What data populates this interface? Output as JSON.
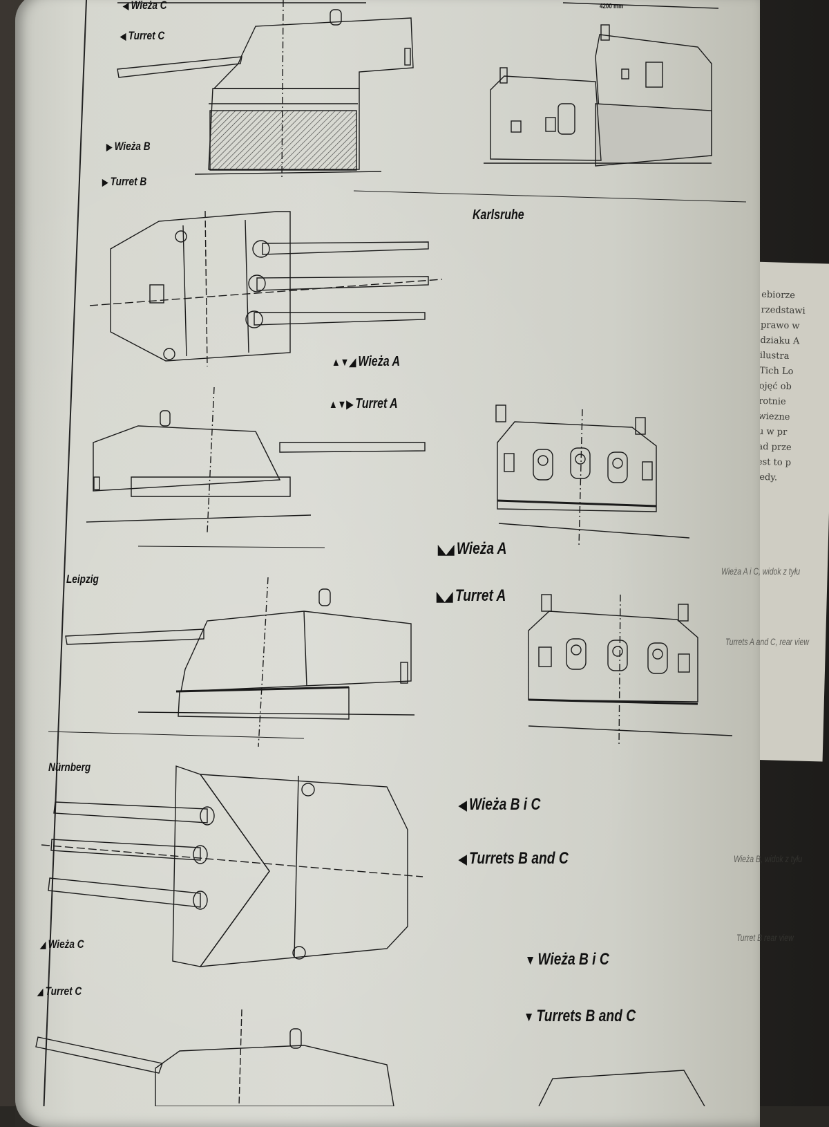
{
  "page": {
    "top_labels": {
      "wieza_c_top": "Wieża C",
      "turret_c_top": "Turret C"
    },
    "turret_b": {
      "pl": "Wieża B",
      "en": "Turret B"
    },
    "scale_note": "4200 mm",
    "karlsruhe": "Karlsruhe",
    "turret_a_1": {
      "pl": "Wieża A",
      "en": "Turret A"
    },
    "turret_a_2": {
      "pl": "Wieża A",
      "en": "Turret A"
    },
    "leipzig": "Leipzig",
    "nurnberg": "Nürnberg",
    "turrets_bc_1": {
      "pl": "Wieża B i C",
      "en": "Turrets B and C"
    },
    "turrets_bc_2": {
      "pl": "Wieża B i C",
      "en": "Turrets B and C"
    },
    "turret_c_bottom": {
      "pl": "Wieża C",
      "en": "Turret C"
    },
    "side_notes": {
      "a_rear_pl": "Wieża A i C, widok z tyłu",
      "a_rear_en": "Turrets A and C, rear view",
      "b_rear_pl": "Wieża B, widok z tyłu",
      "b_rear_en": "Turret B rear view"
    },
    "icons": {
      "left": "triangle-left-icon",
      "right": "triangle-right-icon",
      "up": "triangle-up-icon",
      "down": "triangle-down-icon",
      "corner": "corner-triangle-icon"
    }
  },
  "facing_page_fragments": [
    "ebiorze",
    "rzedstawi",
    "prawo w",
    "dziaku A",
    "ilustra",
    "Tich Lo",
    "ojęć ob",
    "rotnie",
    "wiezne",
    "u w pr",
    "ad prze",
    "est to p",
    "jedy."
  ]
}
